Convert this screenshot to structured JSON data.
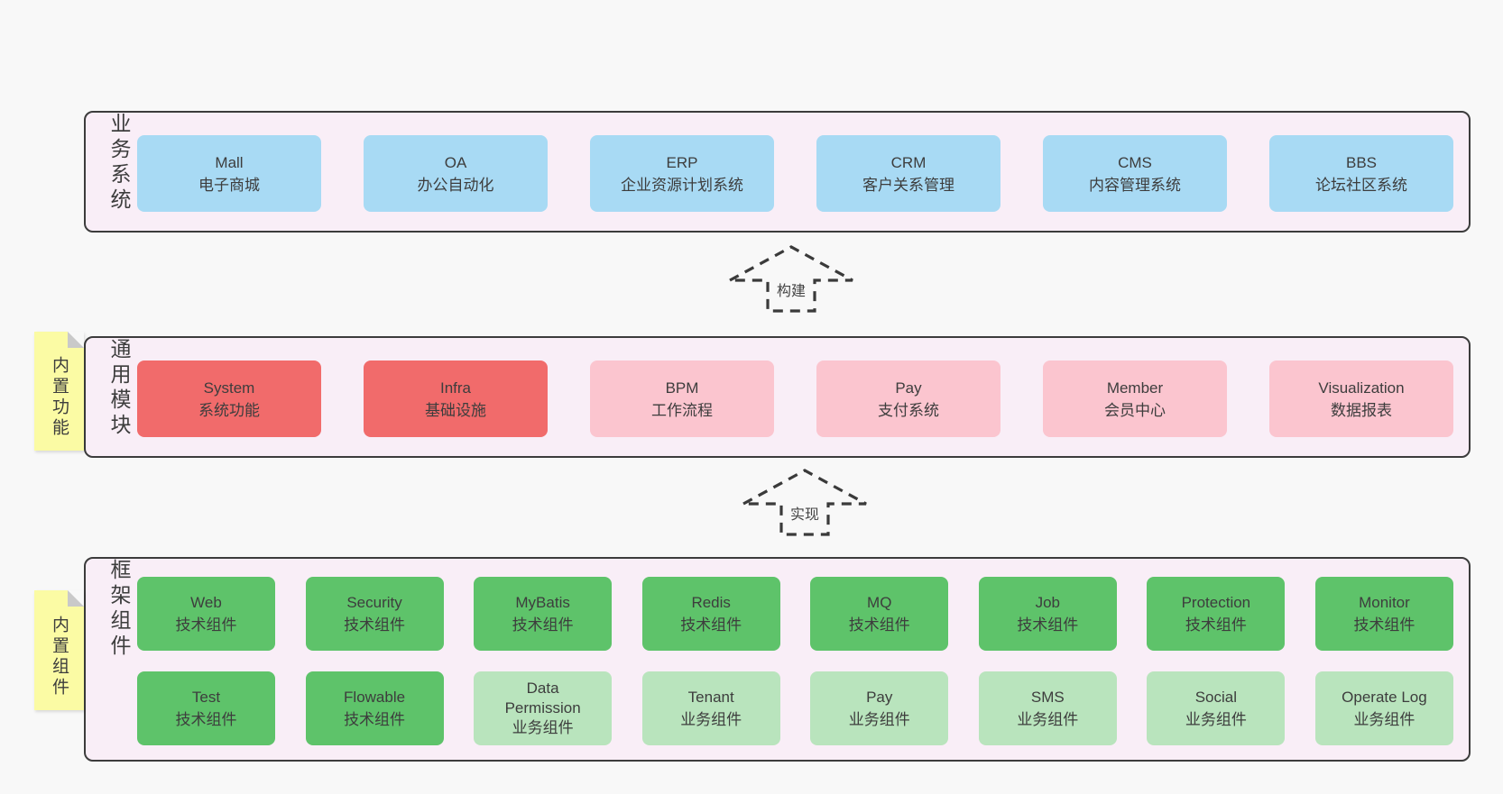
{
  "colors": {
    "page_bg": "#f8f8f8",
    "panel_bg": "#f9eef7",
    "panel_border": "#3c3c3c",
    "blue_box": "#a8daf4",
    "red_box": "#f16b6b",
    "pink_box": "#fbc5cf",
    "green_dark_box": "#5ec36a",
    "green_light_box": "#b9e4bd",
    "note_bg": "#fbfba4",
    "note_fold": "#c9c9c9",
    "text": "#3d3d3d",
    "arrow": "#3a3a3a"
  },
  "sections": {
    "business": {
      "side_label": "业务系统",
      "boxes": [
        {
          "title": "Mall",
          "subtitle": "电子商城"
        },
        {
          "title": "OA",
          "subtitle": "办公自动化"
        },
        {
          "title": "ERP",
          "subtitle": "企业资源计划系统"
        },
        {
          "title": "CRM",
          "subtitle": "客户关系管理"
        },
        {
          "title": "CMS",
          "subtitle": "内容管理系统"
        },
        {
          "title": "BBS",
          "subtitle": "论坛社区系统"
        }
      ]
    },
    "modules": {
      "side_label": "通用模块",
      "note_label": "内置功能",
      "boxes": [
        {
          "title": "System",
          "subtitle": "系统功能"
        },
        {
          "title": "Infra",
          "subtitle": "基础设施"
        },
        {
          "title": "BPM",
          "subtitle": "工作流程"
        },
        {
          "title": "Pay",
          "subtitle": "支付系统"
        },
        {
          "title": "Member",
          "subtitle": "会员中心"
        },
        {
          "title": "Visualization",
          "subtitle": "数据报表"
        }
      ]
    },
    "framework": {
      "side_label": "框架组件",
      "note_label": "内置组件",
      "row1": [
        {
          "title": "Web",
          "subtitle": "技术组件"
        },
        {
          "title": "Security",
          "subtitle": "技术组件"
        },
        {
          "title": "MyBatis",
          "subtitle": "技术组件"
        },
        {
          "title": "Redis",
          "subtitle": "技术组件"
        },
        {
          "title": "MQ",
          "subtitle": "技术组件"
        },
        {
          "title": "Job",
          "subtitle": "技术组件"
        },
        {
          "title": "Protection",
          "subtitle": "技术组件"
        },
        {
          "title": "Monitor",
          "subtitle": "技术组件"
        }
      ],
      "row2": [
        {
          "title": "Test",
          "subtitle": "技术组件"
        },
        {
          "title": "Flowable",
          "subtitle": "技术组件"
        },
        {
          "title": "Data Permission",
          "subtitle": "业务组件"
        },
        {
          "title": "Tenant",
          "subtitle": "业务组件"
        },
        {
          "title": "Pay",
          "subtitle": "业务组件"
        },
        {
          "title": "SMS",
          "subtitle": "业务组件"
        },
        {
          "title": "Social",
          "subtitle": "业务组件"
        },
        {
          "title": "Operate Log",
          "subtitle": "业务组件"
        }
      ]
    }
  },
  "arrows": [
    {
      "label": "构建"
    },
    {
      "label": "实现"
    }
  ]
}
